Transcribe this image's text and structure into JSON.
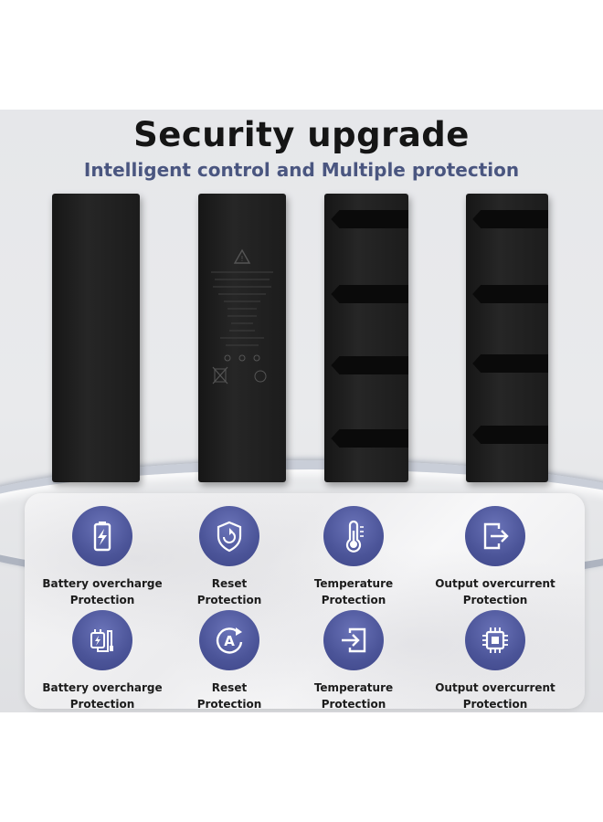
{
  "header": {
    "title": "Security upgrade",
    "subtitle": "Intelligent control and Multiple protection"
  },
  "colors": {
    "icon_circle": "#4b5498",
    "subtitle": "#4a5680",
    "title": "#151515"
  },
  "features": [
    {
      "line1": "Battery overcharge",
      "line2": "Protection",
      "icon": "battery-bolt-icon"
    },
    {
      "line1": "Reset",
      "line2": "Protection",
      "icon": "shield-refresh-icon"
    },
    {
      "line1": "Temperature",
      "line2": "Protection",
      "icon": "thermometer-icon"
    },
    {
      "line1": "Output overcurrent",
      "line2": "Protection",
      "icon": "exit-arrow-icon"
    },
    {
      "line1": "Battery overcharge",
      "line2": "Protection",
      "icon": "charger-plug-icon"
    },
    {
      "line1": "Reset",
      "line2": "Protection",
      "icon": "auto-reset-icon"
    },
    {
      "line1": "Temperature",
      "line2": "Protection",
      "icon": "input-arrow-icon"
    },
    {
      "line1": "Output overcurrent",
      "line2": "Protection",
      "icon": "chip-icon"
    }
  ]
}
